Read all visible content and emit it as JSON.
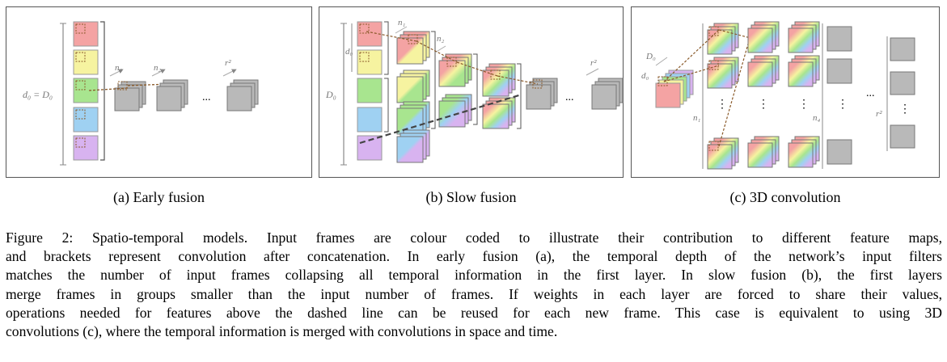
{
  "colors": {
    "red": "#f4a3a3",
    "yellow": "#f6f3a0",
    "green": "#a8e58f",
    "blue": "#9fd1f2",
    "purple": "#d8b3f0",
    "gray": "#b9b9b9",
    "frame": "#888888",
    "dashed": "#555555",
    "cube": "#8a5a2a"
  },
  "panels": {
    "a": {
      "subcaption": "(a) Early fusion",
      "labels": {
        "d_eq": "d₀ = D₀",
        "n1": "n₁",
        "n2": "n₂",
        "r2": "r²",
        "dots": "..."
      }
    },
    "b": {
      "subcaption": "(b) Slow fusion",
      "labels": {
        "n1": "n₁",
        "n2": "n₂",
        "d0": "d₀",
        "D0": "D₀",
        "r2": "r²",
        "dots": "..."
      }
    },
    "c": {
      "subcaption": "(c) 3D convolution",
      "labels": {
        "D0": "D₀",
        "d0": "d₀",
        "n1": "n₁",
        "n4": "n₄",
        "r2": "r²",
        "vdots": "⋮",
        "dots": "..."
      }
    }
  },
  "caption": {
    "lines": [
      "Figure 2: Spatio-temporal models. Input frames are colour coded to illustrate their contribution to different feature maps,",
      "and brackets represent convolution after concatenation. In early fusion (a), the temporal depth of the network’s input filters",
      "matches the number of input frames collapsing all temporal information in the first layer. In slow fusion (b), the first layers",
      "merge frames in groups smaller than the input number of frames. If weights in each layer are forced to share their values,",
      "operations needed for features above the dashed line can be reused for each new frame. This case is equivalent to using 3D",
      "convolutions (c), where the temporal information is merged with convolutions in space and time."
    ]
  }
}
